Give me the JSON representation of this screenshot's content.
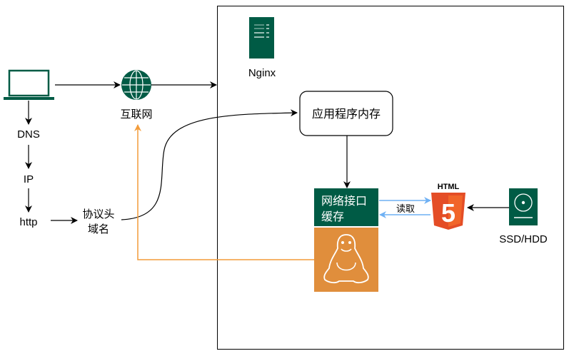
{
  "colors": {
    "icon_green": "#005b45",
    "linux_orange": "#e08e3c",
    "arrow_orange": "#f39c3a",
    "arrow_blue": "#6fb1f4",
    "html5_orange": "#e44d26"
  },
  "nodes": {
    "laptop": {
      "icon": "laptop-icon"
    },
    "internet": {
      "icon": "globe-icon",
      "label": "互联网"
    },
    "dns": {
      "label": "DNS"
    },
    "ip": {
      "label": "IP"
    },
    "http": {
      "label": "http"
    },
    "protocol": {
      "line1": "协议头",
      "line2": "域名"
    },
    "nginx": {
      "icon": "server-icon",
      "label": "Nginx"
    },
    "app_memory": {
      "label": "应用程序内存"
    },
    "network_cache": {
      "line1": "网络接口",
      "line2": "缓存"
    },
    "linux": {
      "icon": "linux-tux-icon"
    },
    "html5": {
      "icon": "html5-icon",
      "label": "HTML",
      "digit": "5"
    },
    "disk": {
      "icon": "disk-icon",
      "label": "SSD/HDD"
    }
  },
  "edges": {
    "read_label": "读取"
  }
}
